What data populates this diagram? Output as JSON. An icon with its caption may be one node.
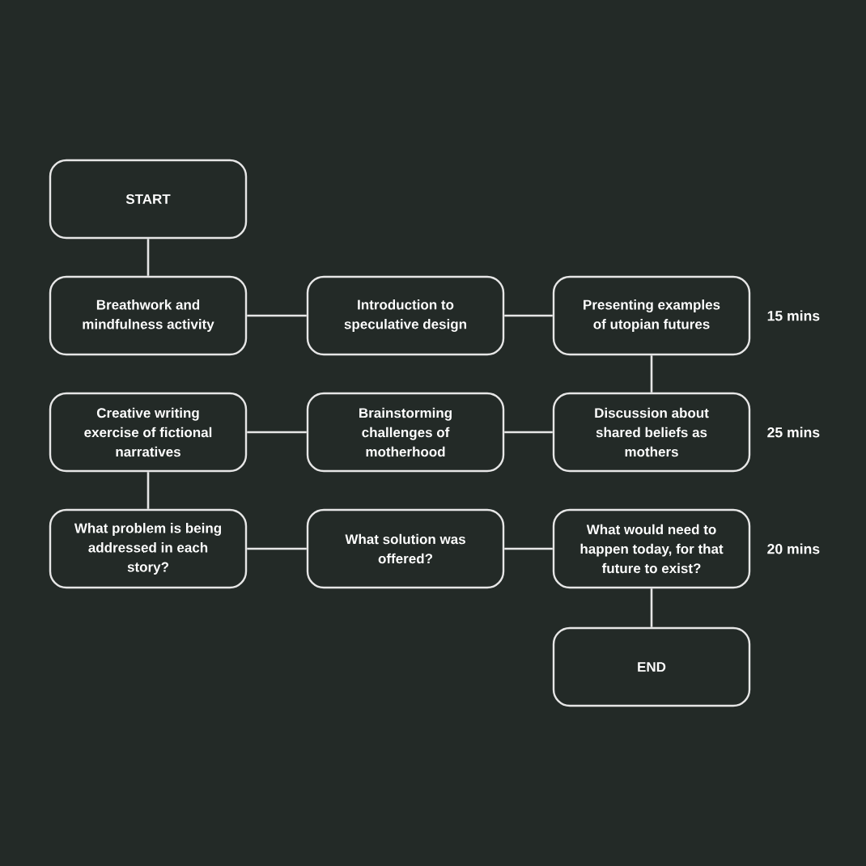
{
  "diagram": {
    "nodes": [
      {
        "text": [
          "START"
        ]
      },
      {
        "text": [
          "Breathwork and mindfulness activity"
        ]
      },
      {
        "text": [
          "Introduction to speculative design"
        ]
      },
      {
        "text": [
          "Presenting examples of utopian futures"
        ],
        "beside": [
          "15 mins"
        ]
      },
      {
        "text": [
          "Creative writing exercise of fictional narratives"
        ]
      },
      {
        "text": [
          "Brainstorming challenges of motherhood"
        ]
      },
      {
        "text": [
          "Discussion about shared beliefs as mothers"
        ],
        "beside": [
          "25 mins"
        ]
      },
      {
        "text": [
          "What problem is being addressed in each story?"
        ]
      },
      {
        "text": [
          "What solution was offered?"
        ]
      },
      {
        "text": [
          "What would need to happen today, for that future to exist?"
        ],
        "beside": [
          "20 mins"
        ]
      },
      {
        "text": [
          "END"
        ]
      }
    ],
    "edges": [
      {
        "from": 0,
        "to": 1,
        "arrow": "none"
      },
      {
        "from": 1,
        "to": 2,
        "arrow": "none"
      },
      {
        "from": 2,
        "to": 3,
        "arrow": "none"
      },
      {
        "from": 3,
        "to": 6,
        "arrow": "none"
      },
      {
        "from": 6,
        "to": 5,
        "arrow": "none"
      },
      {
        "from": 5,
        "to": 4,
        "arrow": "none"
      },
      {
        "from": 4,
        "to": 7,
        "arrow": "none"
      },
      {
        "from": 7,
        "to": 8,
        "arrow": "none"
      },
      {
        "from": 8,
        "to": 9,
        "arrow": "none"
      },
      {
        "from": 9,
        "to": 10,
        "arrow": "none"
      }
    ]
  }
}
